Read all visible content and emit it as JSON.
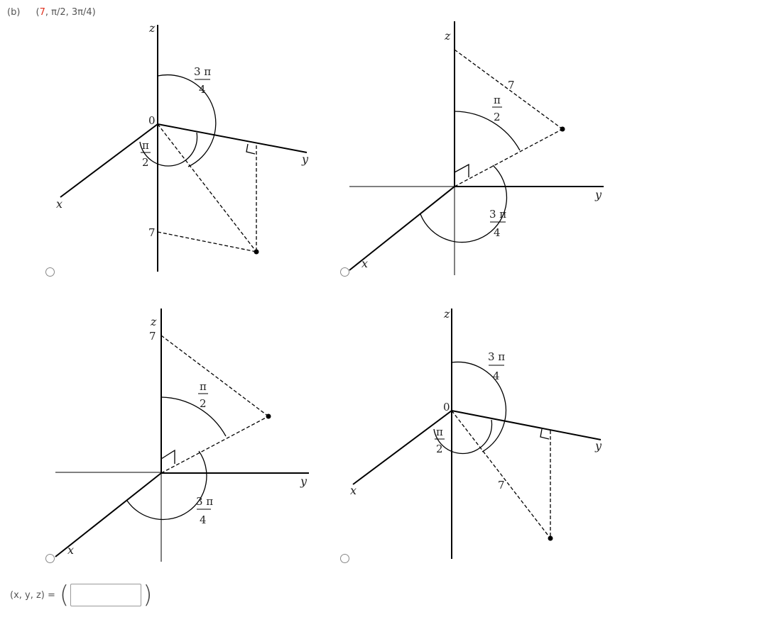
{
  "header": {
    "part_label": "(b)",
    "coord_open": "(",
    "coord_r": "7",
    "coord_rest": ", π/2, 3π/4)"
  },
  "labels": {
    "x": "x",
    "y": "y",
    "z": "z",
    "origin": "0",
    "seven": "7",
    "pi": "π",
    "three_pi": "3 π",
    "two": "2",
    "four": "4"
  },
  "answer": {
    "label": "(x, y, z) =",
    "open_paren": "(",
    "close_paren": ")",
    "value": "",
    "placeholder": ""
  },
  "options": [
    {
      "name": "option-1"
    },
    {
      "name": "option-2"
    },
    {
      "name": "option-3"
    },
    {
      "name": "option-4"
    }
  ]
}
